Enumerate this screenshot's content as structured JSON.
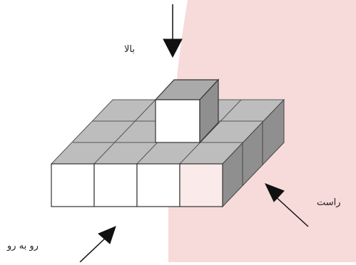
{
  "labels": {
    "top_view": "بالا",
    "right_view": "راست",
    "front_view": "رو به رو"
  },
  "colors": {
    "cube_top": "#bdbdbd",
    "cube_side": "#8f8f8f",
    "cube_front": "#ffffff",
    "edge": "#333333",
    "shade_region": "#f7dada",
    "arrow": "#111111"
  },
  "blocks": {
    "front_row_cubes": 4,
    "rows": 3,
    "raised_cubes": 1
  }
}
